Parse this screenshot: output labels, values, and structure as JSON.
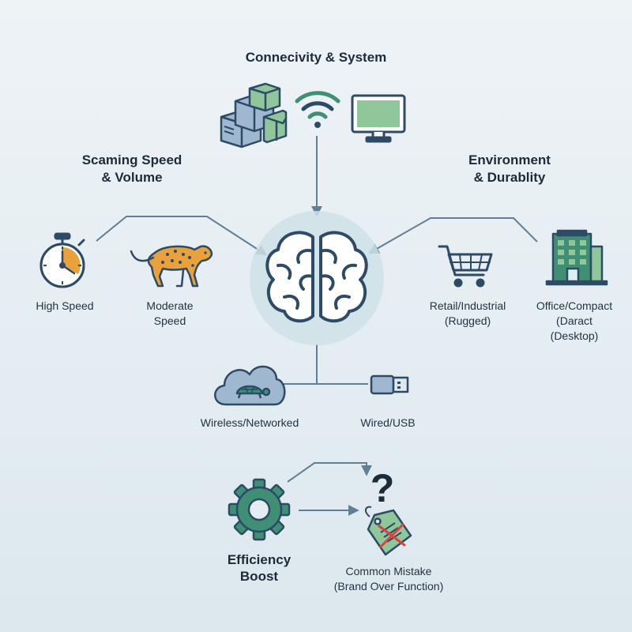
{
  "headers": {
    "connectivity": "Connecivity & System",
    "scanning": [
      "Scaming Speed",
      "& Volume"
    ],
    "environment": [
      "Environment",
      "& Durablity"
    ]
  },
  "labels": {
    "high_speed": "High Speed",
    "moderate_speed": [
      "Moderate",
      "Speed"
    ],
    "retail": [
      "Retail/Industrial",
      "(Rugged)"
    ],
    "office": [
      "Office/Compact",
      "(Daract",
      "(Desktop)"
    ],
    "wireless": "Wireless/Networked",
    "wired": "Wired/USB",
    "efficiency": [
      "Efficiency",
      "Boost"
    ],
    "mistake": [
      "Common Mistake",
      "(Brand Over Function)"
    ],
    "question_mark": "?"
  },
  "colors": {
    "line": "#5f7f98",
    "navy": "#2d4a66",
    "green": "#3e8f73",
    "light_green": "#8fc79a",
    "blue_box": "#9fb8cf",
    "orange": "#e9a23b",
    "hub": "#cfe1e8",
    "red": "#e0403a"
  },
  "icons": {
    "boxes": "boxes-stack-icon",
    "wifi": "wifi-icon",
    "monitor": "monitor-icon",
    "brain": "brain-icon",
    "stopwatch": "stopwatch-icon",
    "cheetah": "cheetah-icon",
    "cart": "shopping-cart-icon",
    "building": "office-building-icon",
    "cloud": "cloud-turtle-icon",
    "usb": "usb-plug-icon",
    "gear": "gear-icon",
    "tag": "price-tag-icon"
  }
}
